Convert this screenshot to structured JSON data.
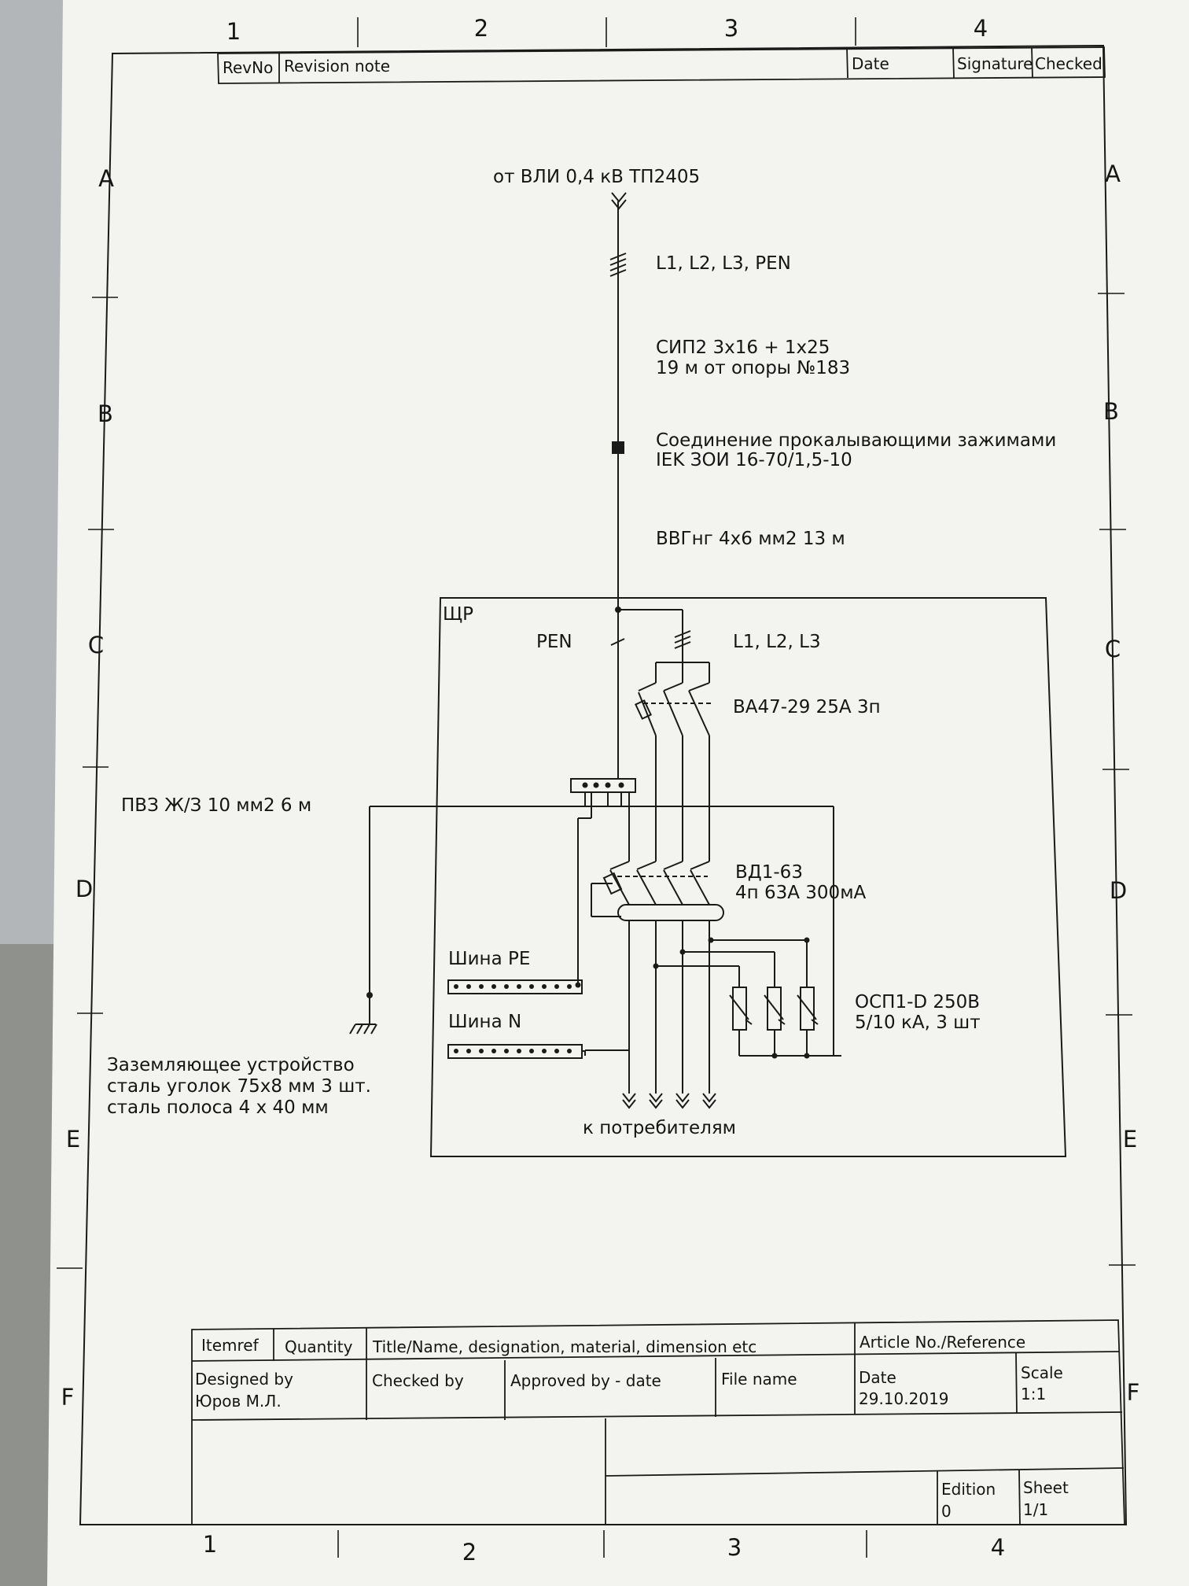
{
  "border": {
    "columns_top": [
      "1",
      "2",
      "3",
      "4"
    ],
    "columns_bottom": [
      "1",
      "2",
      "3",
      "4"
    ],
    "rows_left": [
      "A",
      "B",
      "C",
      "D",
      "E",
      "F"
    ],
    "rows_right": [
      "A",
      "B",
      "C",
      "D",
      "E",
      "F"
    ]
  },
  "revision_table": {
    "rev_no": "RevNo",
    "revision_note": "Revision note",
    "date": "Date",
    "signature": "Signature",
    "checked": "Checked"
  },
  "diagram": {
    "source": "от ВЛИ 0,4 кВ ТП2405",
    "line_phases": "L1, L2, L3, PEN",
    "cable1_line1": "СИП2 3х16 + 1х25",
    "cable1_line2": "19 м от опоры №183",
    "joint_line1": "Соединение прокалывающими зажимами",
    "joint_line2": "IEK ЗОИ 16-70/1,5-10",
    "cable2": "ВВГнг 4х6 мм2 13 м",
    "panel_label": "ЩР",
    "pen_label": "PEN",
    "phases_label": "L1, L2, L3",
    "breaker": "ВА47-29 25А 3п",
    "rcd_line1": "ВД1-63",
    "rcd_line2": "4п 63А 300мА",
    "pe_bus": "Шина PE",
    "n_bus": "Шина N",
    "spd_line1": "ОСП1-D 250В",
    "spd_line2": "5/10 кА, 3 шт",
    "ground_cable": "ПВЗ Ж/З 10 мм2 6 м",
    "ground_line1": "Заземляющее устройство",
    "ground_line2": "сталь уголок 75х8 мм 3 шт.",
    "ground_line3": "сталь полоса 4 х 40 мм",
    "consumers": "к потребителям"
  },
  "title_block": {
    "itemref": "Itemref",
    "quantity": "Quantity",
    "title_name": "Title/Name, designation, material, dimension etc",
    "article": "Article No./Reference",
    "designed_by": "Designed by",
    "designer": "Юров М.Л.",
    "checked_by": "Checked by",
    "approved_by": "Approved by - date",
    "file_name": "File name",
    "date_label": "Date",
    "date_value": "29.10.2019",
    "scale_label": "Scale",
    "scale_value": "1:1",
    "edition_label": "Edition",
    "edition_value": "0",
    "sheet_label": "Sheet",
    "sheet_value": "1/1"
  },
  "colors": {
    "background": "#8f918c",
    "paper": "#f3f3f0",
    "ink": "#1a1a1a"
  }
}
